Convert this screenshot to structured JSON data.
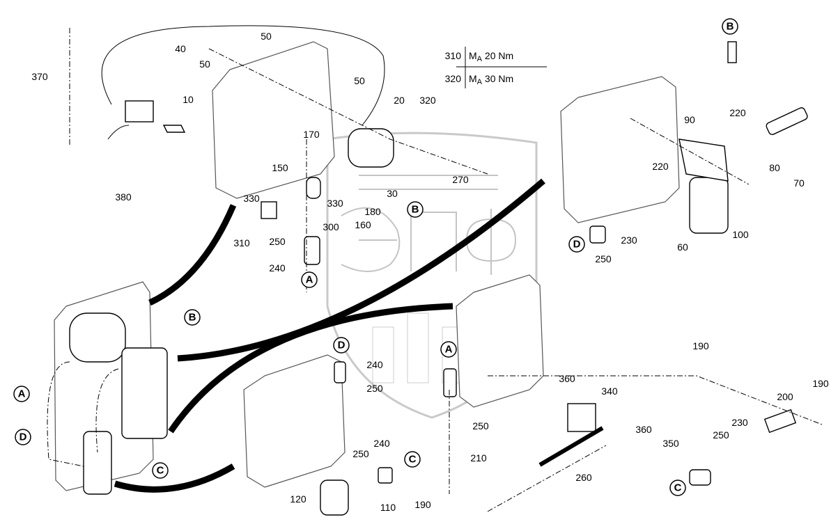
{
  "watermark": {
    "logo_text": "ЭПФ",
    "caption": "ТЕХНИКА ЗАПЧАСТИ"
  },
  "torque_table": [
    {
      "part": "310",
      "spec_symbol": "M",
      "spec_sub": "A",
      "value": "20 Nm"
    },
    {
      "part": "320",
      "spec_symbol": "M",
      "spec_sub": "A",
      "value": "30 Nm"
    }
  ],
  "callouts": [
    "370",
    "40",
    "50",
    "50",
    "50",
    "10",
    "20",
    "320",
    "170",
    "90",
    "220",
    "150",
    "30",
    "270",
    "380",
    "330",
    "330",
    "180",
    "160",
    "300",
    "310",
    "250",
    "240",
    "220",
    "80",
    "70",
    "100",
    "230",
    "250",
    "60",
    "240",
    "250",
    "360",
    "340",
    "190",
    "190",
    "200",
    "360",
    "250",
    "210",
    "350",
    "230",
    "250",
    "260",
    "240",
    "250",
    "120",
    "110",
    "190"
  ],
  "connectors": [
    "B",
    "B",
    "A",
    "B",
    "D",
    "A",
    "A",
    "D",
    "C",
    "C",
    "D",
    "C"
  ]
}
